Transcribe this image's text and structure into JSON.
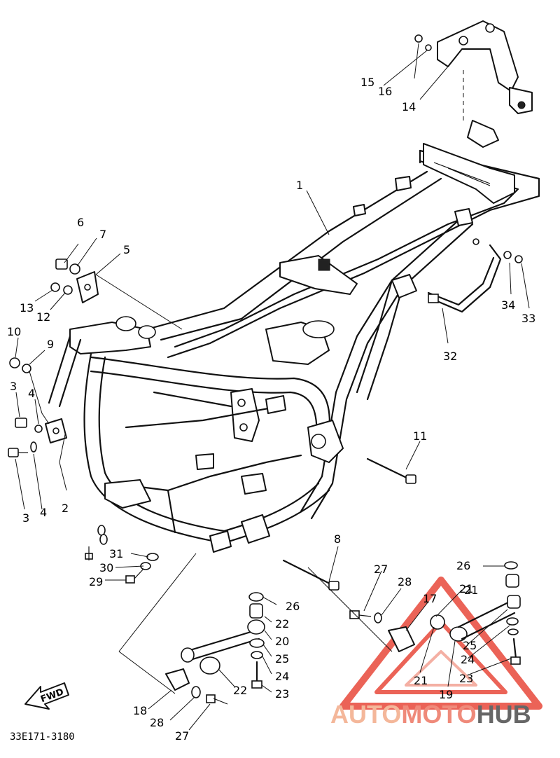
{
  "diagram": {
    "part_code": "33E171-3180",
    "fwd_label": "FWD",
    "watermark": {
      "part1": "AUTO",
      "part2": "MOTO",
      "part3": "HUB",
      "accent_color": "#e8483a",
      "secondary_color": "#f4b79a",
      "text_color": "#666666"
    },
    "callouts": [
      "1",
      "2",
      "3",
      "3",
      "4",
      "4",
      "5",
      "6",
      "7",
      "8",
      "9",
      "10",
      "11",
      "12",
      "13",
      "14",
      "15",
      "16",
      "17",
      "18",
      "19",
      "20",
      "21",
      "21",
      "21",
      "22",
      "22",
      "23",
      "23",
      "24",
      "24",
      "25",
      "25",
      "26",
      "26",
      "27",
      "27",
      "28",
      "28",
      "29",
      "30",
      "31",
      "32",
      "33",
      "34"
    ]
  }
}
